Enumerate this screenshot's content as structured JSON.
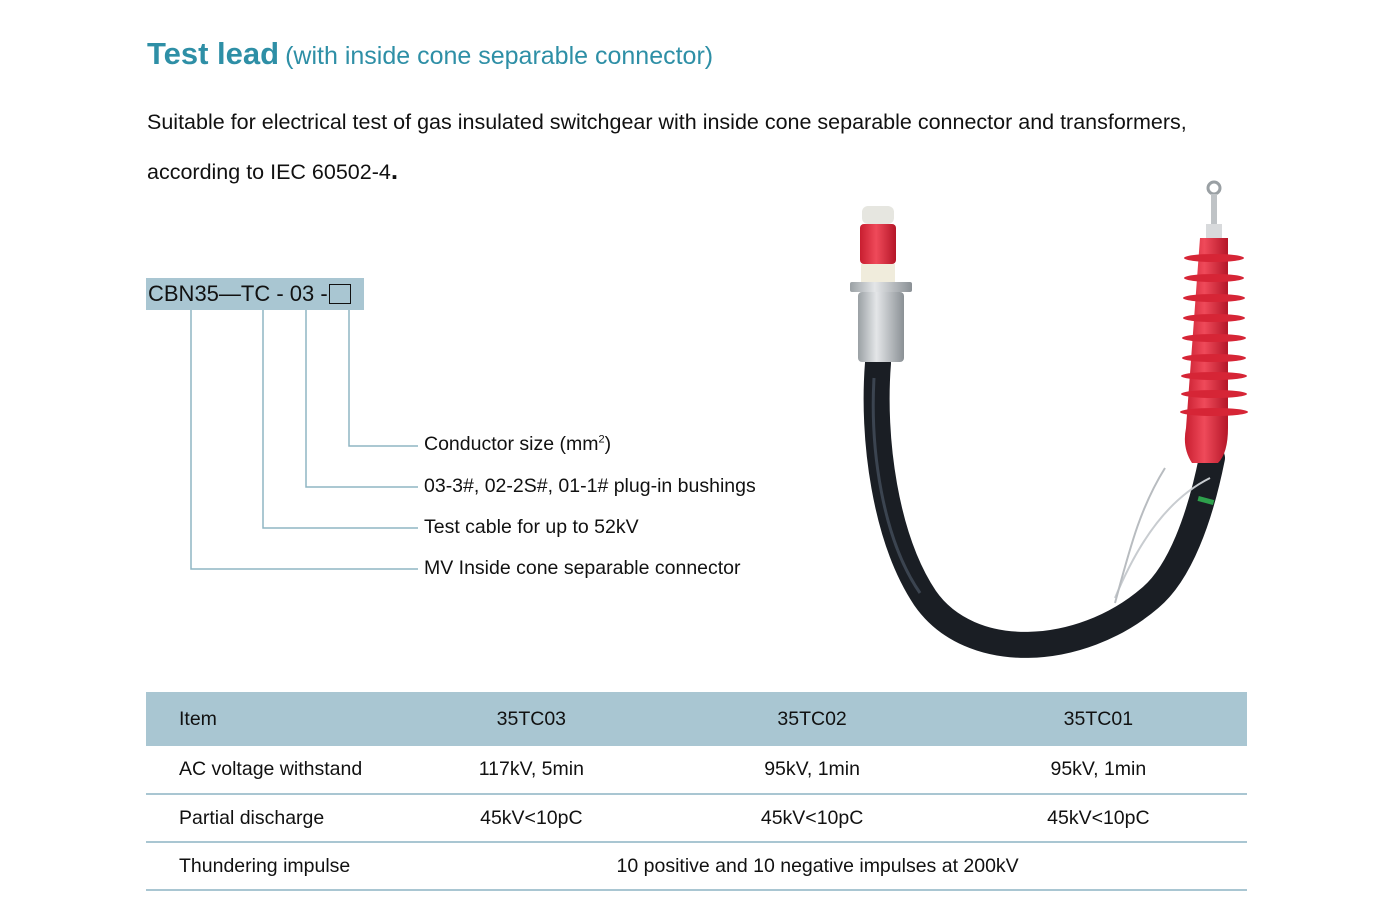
{
  "title": {
    "main": "Test lead",
    "sub": "(with inside cone separable connector)"
  },
  "description": {
    "line1": "Suitable for electrical test of gas insulated switchgear with inside cone separable connector and transformers,",
    "line2": "according to IEC 60502-4",
    "line2_end": "."
  },
  "model_code": {
    "text": "CBN35—TC - 03 -",
    "placeholder_box": "conductor-size-slot",
    "legend": [
      {
        "text": "Conductor size (mm",
        "sup": "2",
        "tail": ")"
      },
      {
        "text": "03-3#, 02-2S#, 01-1# plug-in bushings"
      },
      {
        "text": "Test cable for up to 52kV"
      },
      {
        "text": "MV Inside cone separable connector"
      }
    ]
  },
  "image": {
    "subject": "test lead cable with inside cone plug and red silicone termination"
  },
  "colors": {
    "title": "#2e8fa6",
    "header_band": "#a9c6d2",
    "leader_lines": "#8fb6c3"
  },
  "table": {
    "headers": [
      "Item",
      "35TC03",
      "35TC02",
      "35TC01"
    ],
    "rows": [
      {
        "item": "AC voltage withstand",
        "values": [
          "117kV, 5min",
          "95kV, 1min",
          "95kV, 1min"
        ]
      },
      {
        "item": "Partial discharge",
        "values": [
          "45kV<10pC",
          "45kV<10pC",
          "45kV<10pC"
        ]
      },
      {
        "item": "Thundering impulse",
        "merged": "10 positive and 10 negative impulses at 200kV"
      }
    ]
  }
}
